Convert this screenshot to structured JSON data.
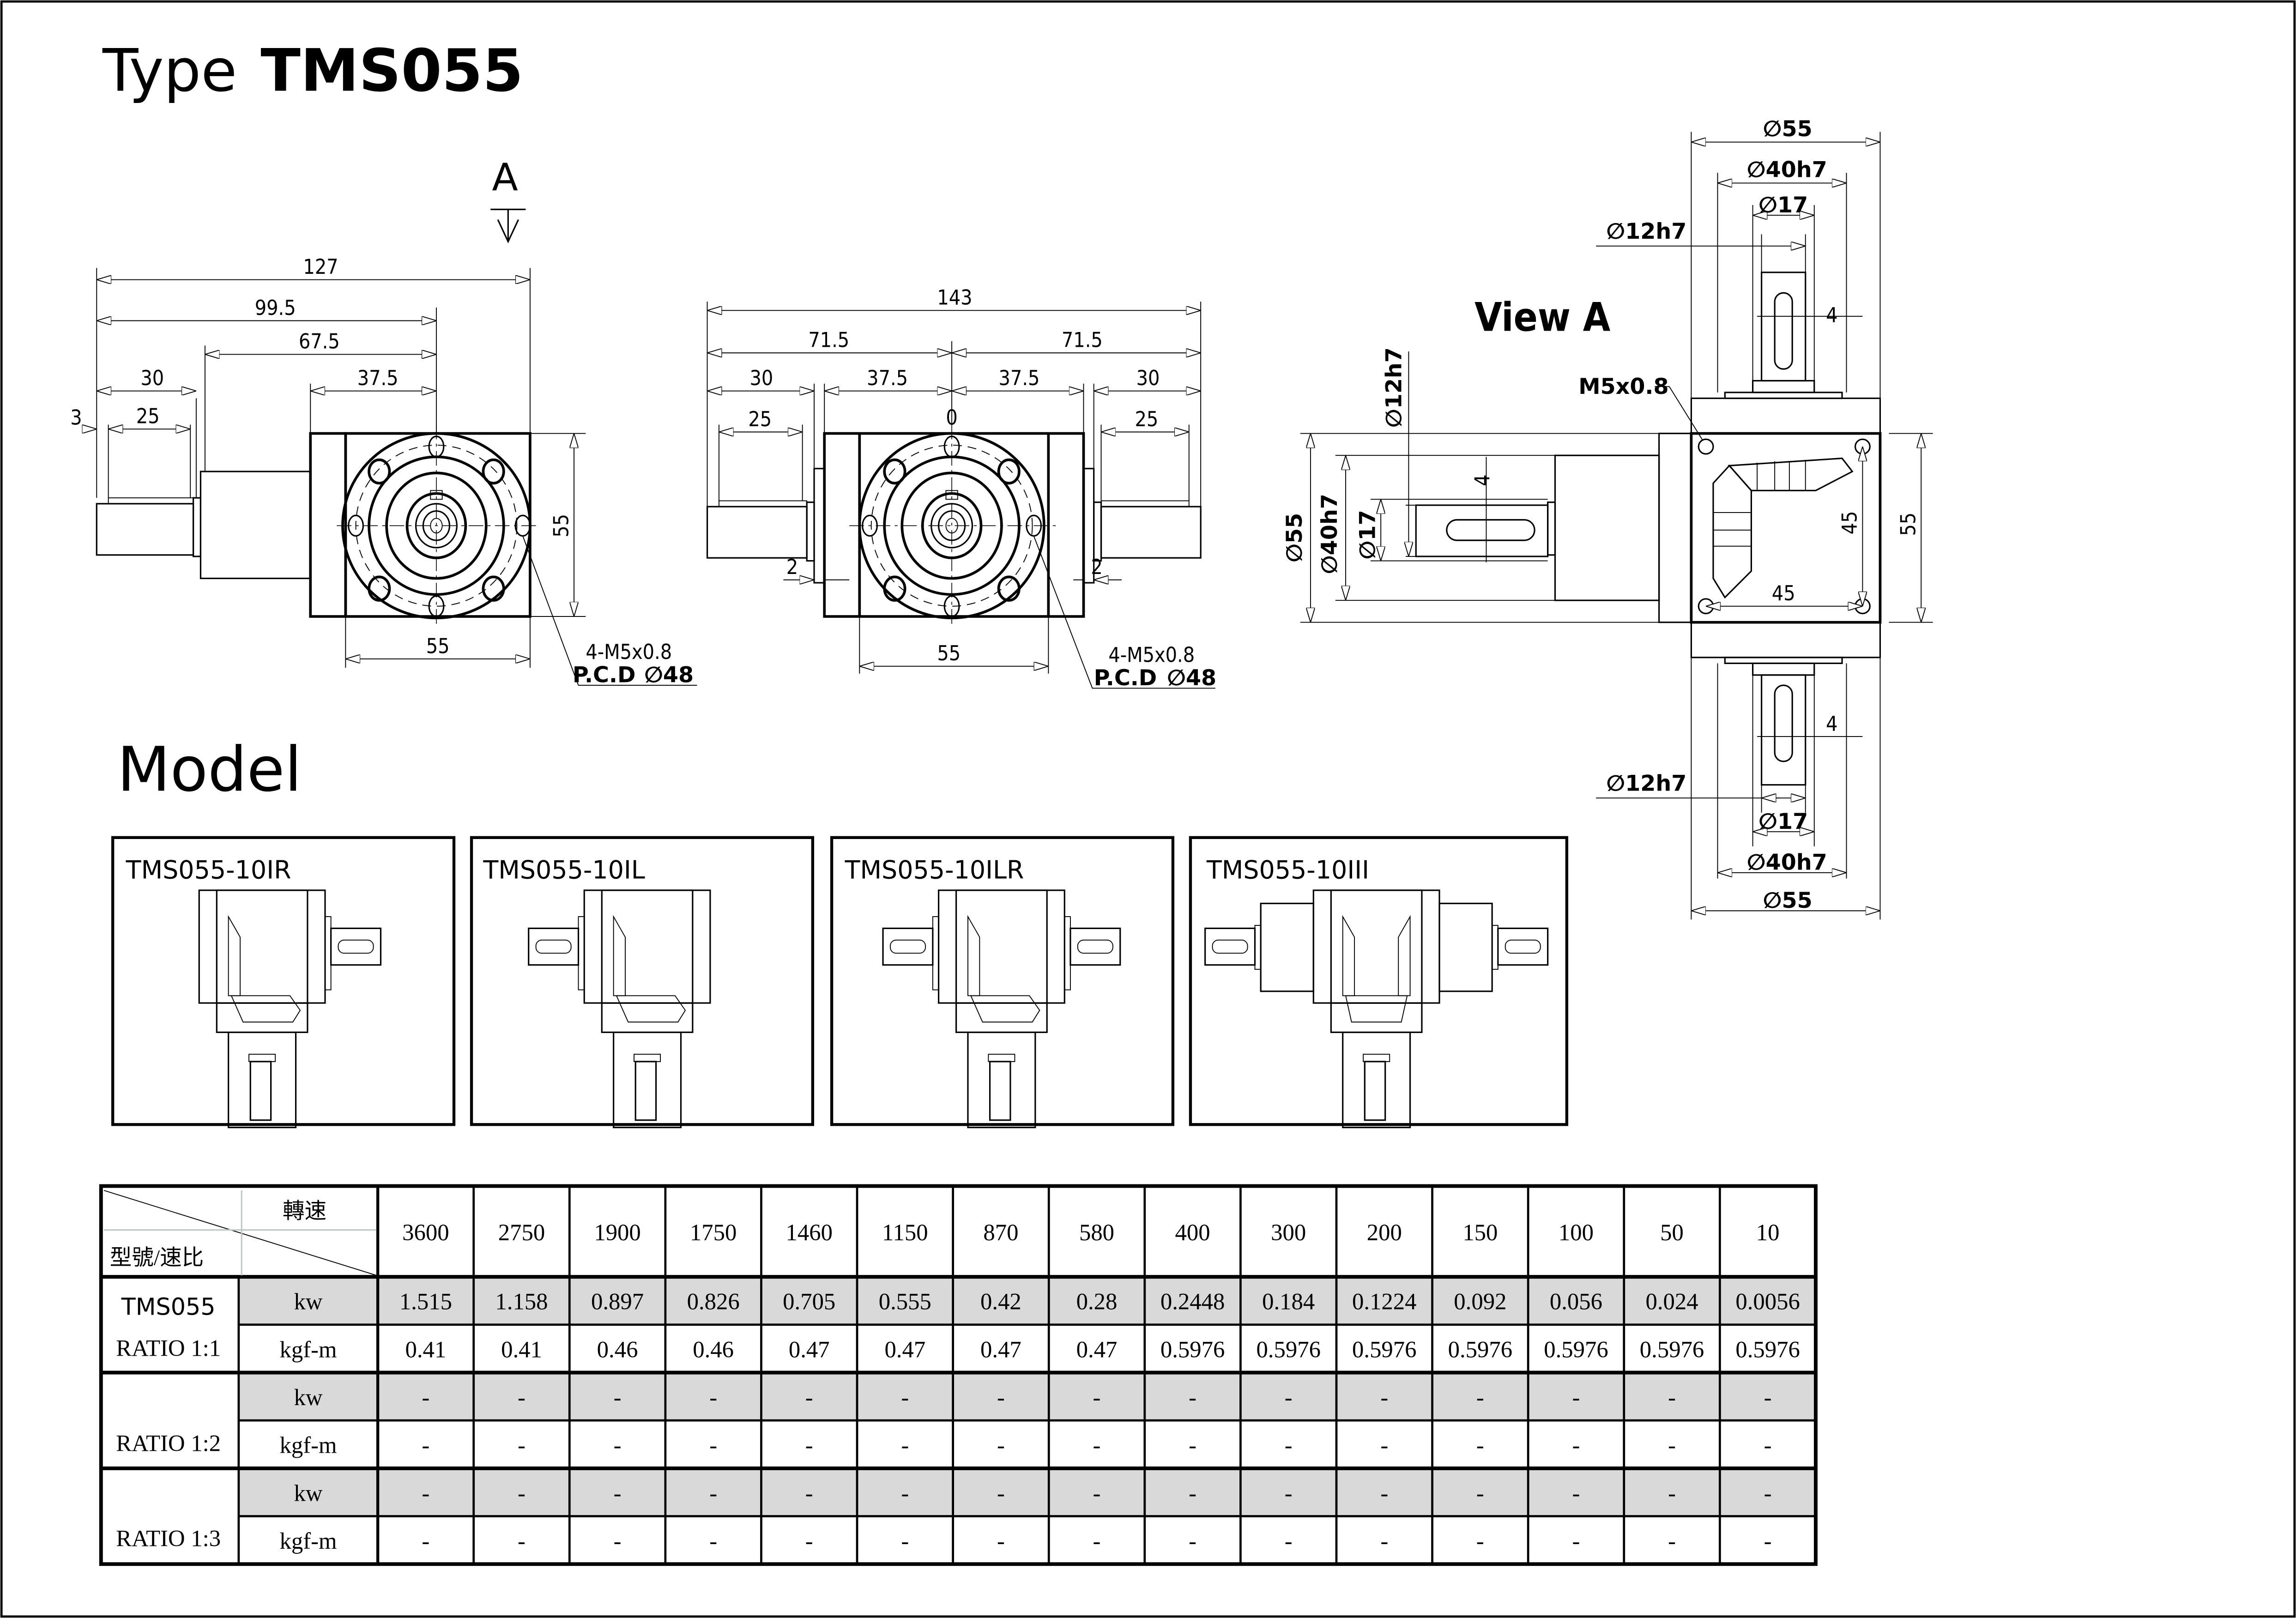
{
  "title": {
    "prefix": "Type",
    "model": "TMS055"
  },
  "views": {
    "side": {
      "view_marker": "A",
      "dims": {
        "overall": "127",
        "d99": "99.5",
        "d67": "67.5",
        "d30": "30",
        "d37": "37.5",
        "d3": "3",
        "d25": "25",
        "height": "55",
        "width": "55"
      },
      "callout": {
        "thread": "4-M5x0.8",
        "pcd": "P.C.D",
        "pcd_dia": "∅48"
      }
    },
    "front": {
      "dims": {
        "overall": "143",
        "left_half": "71.5",
        "right_half": "71.5",
        "left30": "30",
        "left37": "37.5",
        "right37": "37.5",
        "right30": "30",
        "left25": "25",
        "right25": "25",
        "zero": "0",
        "left_gap": "2",
        "right_gap": "2",
        "width": "55"
      },
      "callout": {
        "thread": "4-M5x0.8",
        "pcd": "P.C.D",
        "pcd_dia": "∅48"
      }
    },
    "view_a": {
      "label": "View A",
      "top_dims": {
        "d55": "∅55",
        "d40": "∅40h7",
        "d17": "∅17",
        "d12": "∅12h7",
        "key": "4"
      },
      "left_dims": {
        "d12": "∅12h7",
        "d55": "∅55",
        "d40": "∅40h7",
        "d17": "∅17",
        "key": "4"
      },
      "bottom_dims": {
        "d12": "∅12h7",
        "d17": "∅17",
        "d40": "∅40h7",
        "d55": "∅55",
        "key": "4"
      },
      "thread": "M5x0.8",
      "hole_v": "45",
      "hole_h": "45",
      "height": "55"
    }
  },
  "model_section": {
    "title": "Model",
    "models": [
      {
        "name": "TMS055-10IR"
      },
      {
        "name": "TMS055-10IL"
      },
      {
        "name": "TMS055-10ILR"
      },
      {
        "name": "TMS055-10III"
      }
    ]
  },
  "table": {
    "corner_top": "轉速",
    "corner_bottom": "型號/速比",
    "speeds": [
      "3600",
      "2750",
      "1900",
      "1750",
      "1460",
      "1150",
      "870",
      "580",
      "400",
      "300",
      "200",
      "150",
      "100",
      "50",
      "10"
    ],
    "groups": [
      {
        "label_line1": "TMS055",
        "label_line2": "RATIO 1:1",
        "rows": [
          {
            "unit": "kw",
            "values": [
              "1.515",
              "1.158",
              "0.897",
              "0.826",
              "0.705",
              "0.555",
              "0.42",
              "0.28",
              "0.2448",
              "0.184",
              "0.1224",
              "0.092",
              "0.056",
              "0.024",
              "0.0056"
            ]
          },
          {
            "unit": "kgf-m",
            "values": [
              "0.41",
              "0.41",
              "0.46",
              "0.46",
              "0.47",
              "0.47",
              "0.47",
              "0.47",
              "0.5976",
              "0.5976",
              "0.5976",
              "0.5976",
              "0.5976",
              "0.5976",
              "0.5976"
            ]
          }
        ]
      },
      {
        "label_line1": "",
        "label_line2": "RATIO 1:2",
        "rows": [
          {
            "unit": "kw",
            "values": [
              "-",
              "-",
              "-",
              "-",
              "-",
              "-",
              "-",
              "-",
              "-",
              "-",
              "-",
              "-",
              "-",
              "-",
              "-"
            ]
          },
          {
            "unit": "kgf-m",
            "values": [
              "-",
              "-",
              "-",
              "-",
              "-",
              "-",
              "-",
              "-",
              "-",
              "-",
              "-",
              "-",
              "-",
              "-",
              "-"
            ]
          }
        ]
      },
      {
        "label_line1": "",
        "label_line2": "RATIO 1:3",
        "rows": [
          {
            "unit": "kw",
            "values": [
              "-",
              "-",
              "-",
              "-",
              "-",
              "-",
              "-",
              "-",
              "-",
              "-",
              "-",
              "-",
              "-",
              "-",
              "-"
            ]
          },
          {
            "unit": "kgf-m",
            "values": [
              "-",
              "-",
              "-",
              "-",
              "-",
              "-",
              "-",
              "-",
              "-",
              "-",
              "-",
              "-",
              "-",
              "-",
              "-"
            ]
          }
        ]
      }
    ],
    "colors": {
      "shade": "#d9d9d9",
      "line": "#000000"
    }
  }
}
